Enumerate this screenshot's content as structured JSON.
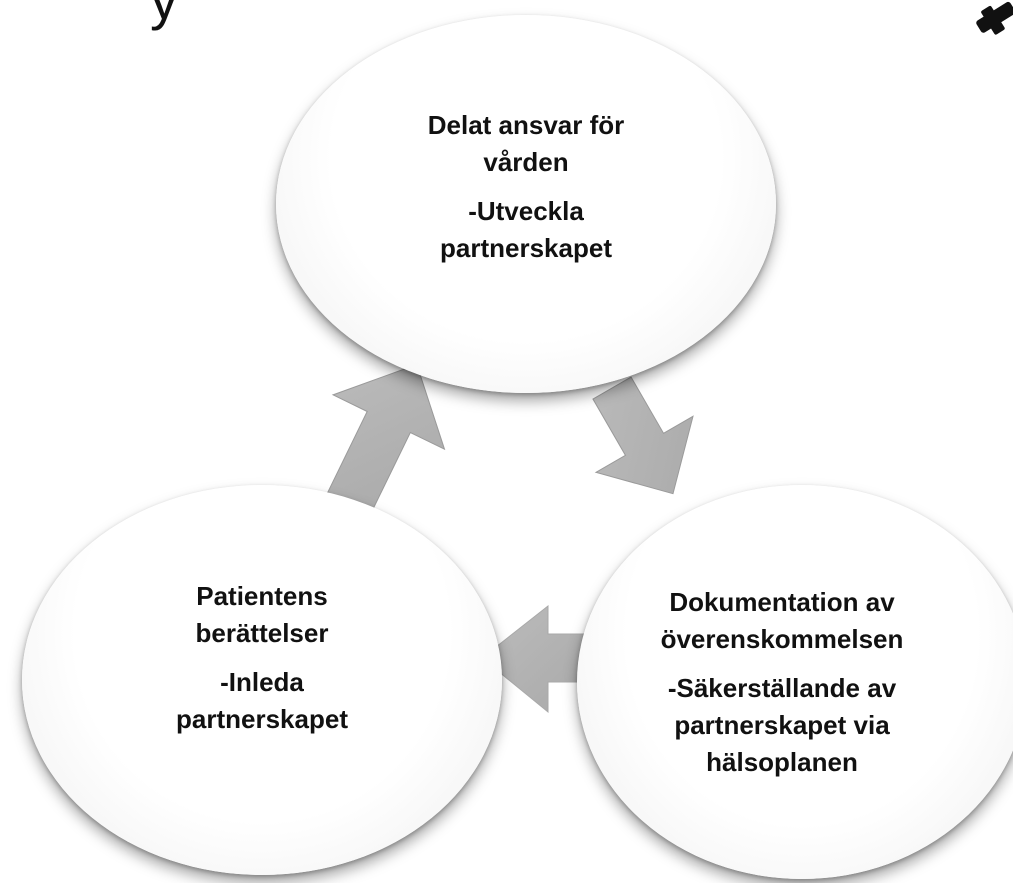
{
  "diagram": {
    "partial_title": "y",
    "nodes": {
      "top": {
        "lines_a": [
          "Delat ansvar för",
          "vården"
        ],
        "lines_b": [
          "-Utveckla",
          "partnerskapet"
        ]
      },
      "right": {
        "lines_a": [
          "Dokumentation av",
          "överenskommelsen"
        ],
        "lines_b": [
          "-Säkerställande av",
          "partnerskapet via",
          "hälsoplanen"
        ]
      },
      "left": {
        "lines_a": [
          "Patientens",
          "berättelser"
        ],
        "lines_b": [
          "-Inleda",
          "partnerskapet"
        ]
      }
    },
    "colors": {
      "arrow_fill": "#b3b3b3",
      "arrow_edge": "#9a9a9a",
      "node_fill": "#ffffff",
      "text": "#111111"
    }
  }
}
